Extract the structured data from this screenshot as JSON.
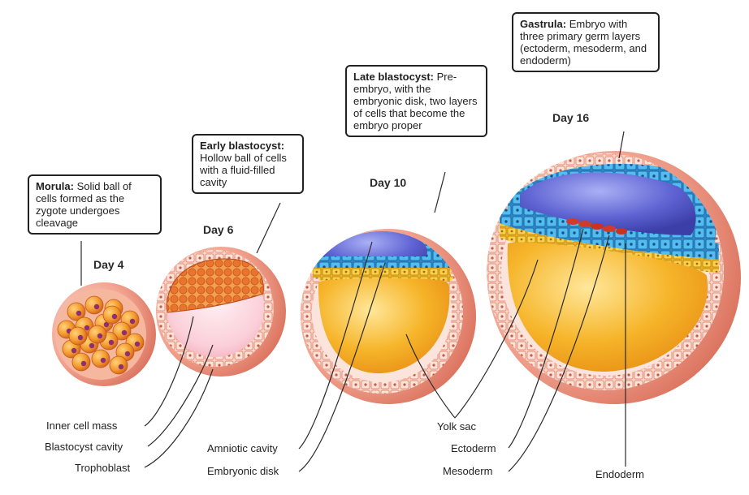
{
  "stages": [
    {
      "id": "morula",
      "day": "Day 4",
      "title": "Morula:",
      "desc": "Solid ball of cells formed as the zygote undergoes cleavage"
    },
    {
      "id": "early_blastocyst",
      "day": "Day 6",
      "title": "Early blastocyst:",
      "desc": "Hollow ball of cells with a fluid-filled cavity"
    },
    {
      "id": "late_blastocyst",
      "day": "Day 10",
      "title": "Late blastocyst:",
      "desc": "Pre-embryo, with the embryonic disk, two layers of cells that become the embryo proper"
    },
    {
      "id": "gastrula",
      "day": "Day 16",
      "title": "Gastrula:",
      "desc": "Embryo with three primary germ layers (ectoderm, mesoderm, and endoderm)"
    }
  ],
  "labels": {
    "inner_cell_mass": "Inner cell mass",
    "blastocyst_cavity": "Blastocyst cavity",
    "trophoblast": "Trophoblast",
    "amniotic_cavity": "Amniotic cavity",
    "embryonic_disk": "Embryonic disk",
    "yolk_sac": "Yolk sac",
    "ectoderm": "Ectoderm",
    "mesoderm": "Mesoderm",
    "endoderm": "Endoderm"
  },
  "colors": {
    "outer_pink": "#ef9a86",
    "wall_cells": "#f7cdbf",
    "inner_cell_mass": "#e4732d",
    "cavity": "#fbd4dc",
    "amnion_blue": "#5a5fcf",
    "ectoderm_blue": "#49b3e6",
    "endoderm_yellow": "#f5c63a",
    "yolk": "#f2a21a",
    "mesoderm_red": "#d23a2a"
  }
}
